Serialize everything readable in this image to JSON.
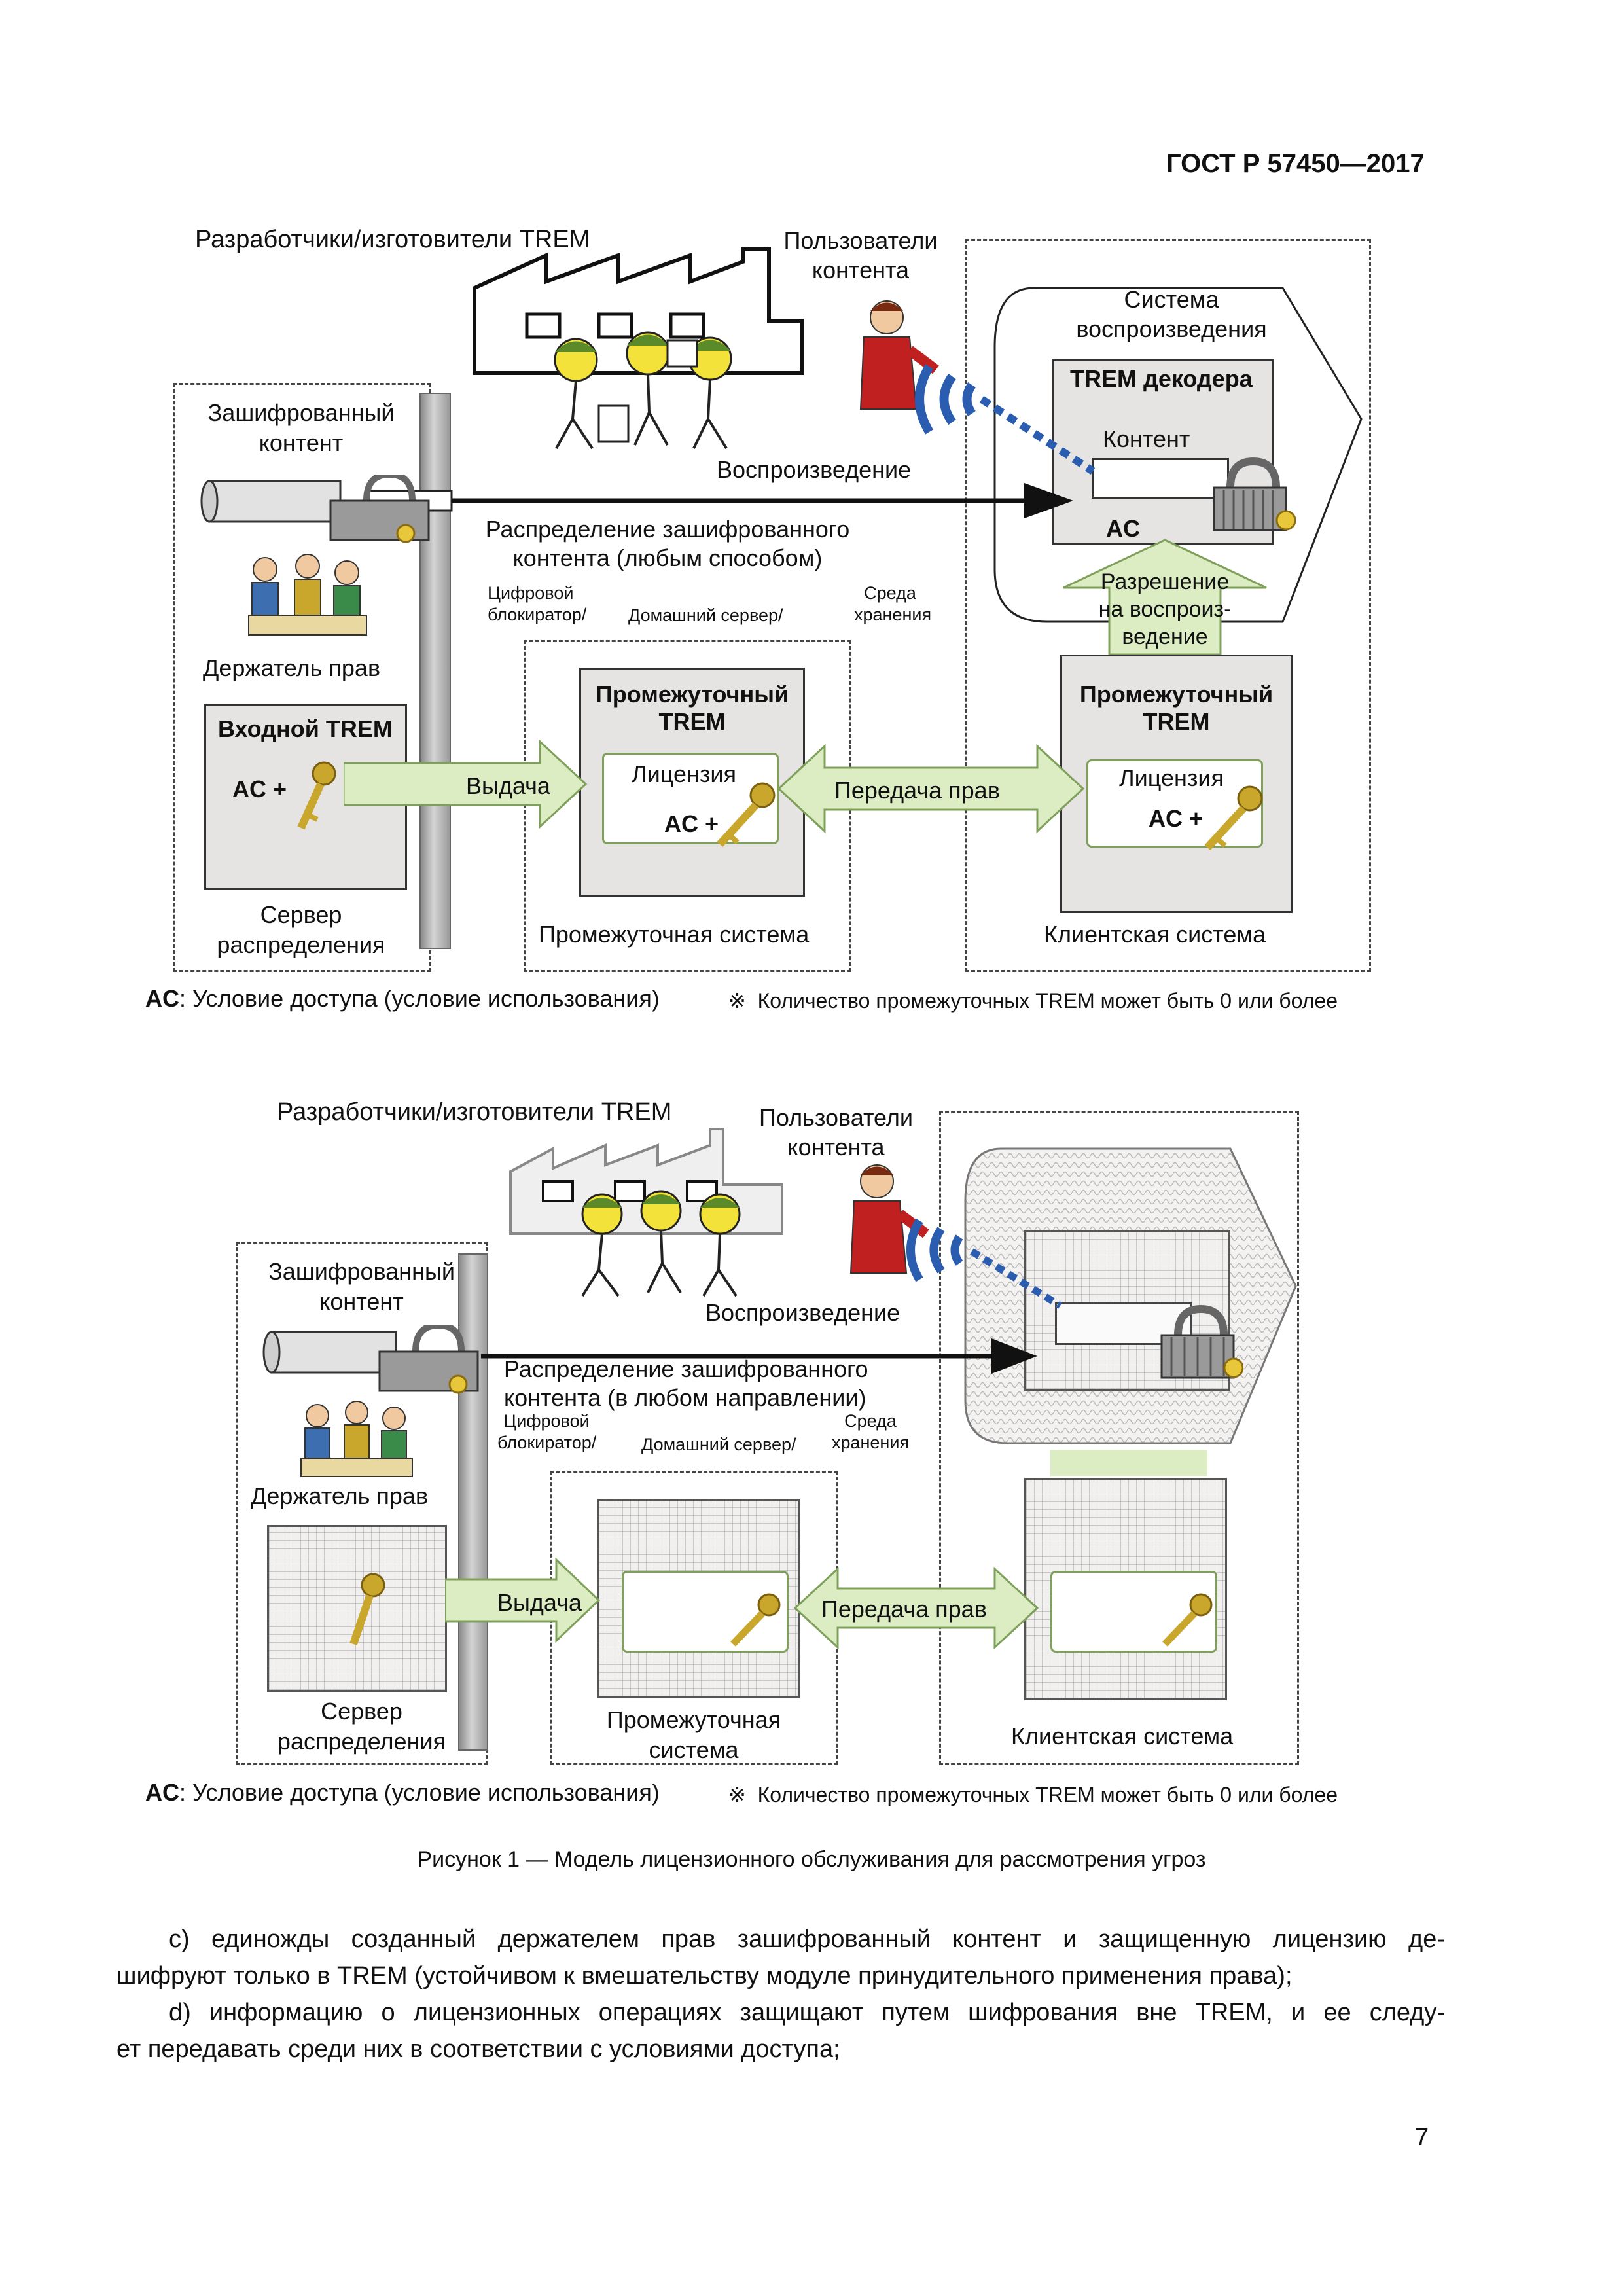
{
  "header": {
    "standard_id": "ГОСТ Р 57450—2017"
  },
  "figure1": {
    "developers_label": "Разработчики/изготовители TREM",
    "users_label": [
      "Пользователи",
      "контента"
    ],
    "playback_system_label": [
      "Система",
      "воспроизведения"
    ],
    "decoder_trem_label": "TREM декодера",
    "content_label": "Контент",
    "ac_label": "AC",
    "encrypted_content_label": [
      "Зашифрованный",
      "контент"
    ],
    "playback_label": "Воспроизведение",
    "distribution_label": [
      "Распределение зашифрованного",
      "контента (любым способом)"
    ],
    "digital_blocker_label": [
      "Цифровой",
      "блокиратор/"
    ],
    "home_server_label": "Домашний сервер/",
    "storage_label": [
      "Среда",
      "хранения"
    ],
    "rights_holder_label": "Держатель прав",
    "input_trem_label": "Входной TREM",
    "ac_plus_label": "AC +",
    "issue_label": "Выдача",
    "intermediate_trem_label": [
      "Промежуточный",
      "TREM"
    ],
    "license_label": "Лицензия",
    "rights_transfer_label": "Передача прав",
    "playback_permission_label": [
      "Разрешение",
      "на воспроиз-",
      "ведение"
    ],
    "distribution_server_label": [
      "Сервер",
      "распределения"
    ],
    "intermediate_system_label": "Промежуточная система",
    "client_system_label": "Клиентская система",
    "legend_ac_bold": "AC",
    "legend_ac_text": ": Условие доступа (условие использования)",
    "legend_note_symbol": "※",
    "legend_note_text": "Количество промежуточных TREM может быть 0 или более"
  },
  "figure2": {
    "developers_label": "Разработчики/изготовители TREM",
    "users_label": [
      "Пользователи",
      "контента"
    ],
    "encrypted_content_label": [
      "Зашифрованный",
      "контент"
    ],
    "playback_label": "Воспроизведение",
    "distribution_label": [
      "Распределение зашифрованного",
      "контента (в любом направлении)"
    ],
    "digital_blocker_label": [
      "Цифровой",
      "блокиратор/"
    ],
    "home_server_label": "Домашний сервер/",
    "storage_label": [
      "Среда",
      "хранения"
    ],
    "rights_holder_label": "Держатель прав",
    "issue_label": "Выдача",
    "rights_transfer_label": "Передача прав",
    "distribution_server_label": [
      "Сервер",
      "распределения"
    ],
    "intermediate_system_label": [
      "Промежуточная",
      "система"
    ],
    "client_system_label": "Клиентская система",
    "legend_ac_bold": "AC",
    "legend_ac_text": ": Условие доступа (условие использования)",
    "legend_note_symbol": "※",
    "legend_note_text": "Количество промежуточных TREM может быть 0 или более"
  },
  "caption": "Рисунок 1 — Модель лицензионного обслуживания для рассмотрения угроз",
  "body": {
    "para_c_line1": "c) единожды созданный держателем прав зашифрованный контент и защищенную лицензию де-",
    "para_c_line2": "шифруют только в TREM (устойчивом к вмешательству модуле принудительного применения права);",
    "para_d_line1": "d) информацию о лицензионных операциях защищают путем шифрования вне TREM, и ее следу-",
    "para_d_line2": "ет передавать среди них в соответствии с условиями доступа;"
  },
  "page_number": "7",
  "colors": {
    "arrow_green": "#dcedc4",
    "arrow_green_border": "#7fa05a",
    "wave_blue": "#2a5db0",
    "key_gold": "#c9a62c"
  }
}
